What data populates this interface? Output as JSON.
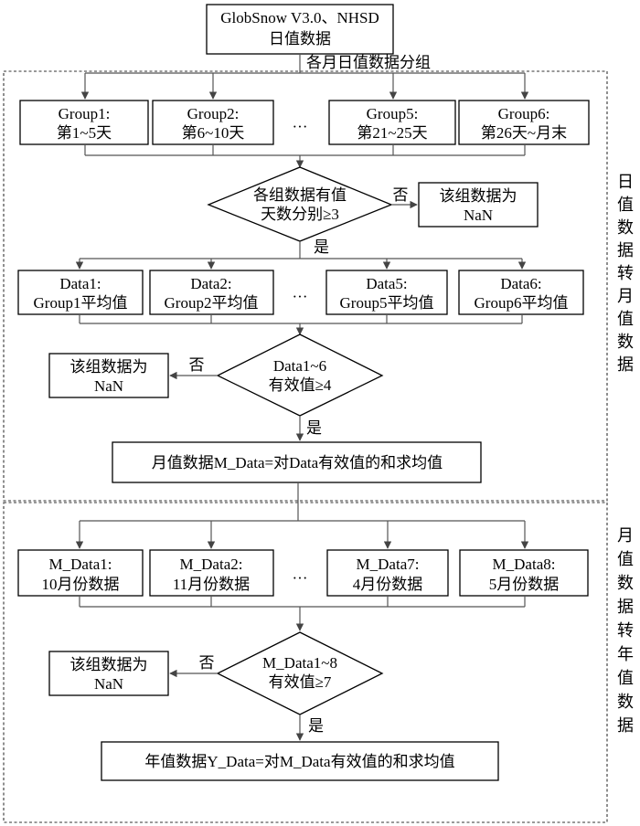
{
  "source": [
    "GlobSnow V3.0、NHSD",
    "日值数据"
  ],
  "group_note": "各月日值数据分组",
  "groups": [
    [
      "Group1:",
      "第1~5天"
    ],
    [
      "Group2:",
      "第6~10天"
    ],
    [
      "Group5:",
      "第21~25天"
    ],
    [
      "Group6:",
      "第26天~月末"
    ]
  ],
  "ellipsis": "···",
  "decision1": [
    "各组数据有值",
    "天数分别≥3"
  ],
  "decision2": [
    "Data1~6",
    "有效值≥4"
  ],
  "decision3": [
    "M_Data1~8",
    "有效值≥7"
  ],
  "no_label": "否",
  "yes_label": "是",
  "nan_box": [
    "该组数据为",
    "NaN"
  ],
  "data": [
    [
      "Data1:",
      "Group1平均值"
    ],
    [
      "Data2:",
      "Group2平均值"
    ],
    [
      "Data5:",
      "Group5平均值"
    ],
    [
      "Data6:",
      "Group6平均值"
    ]
  ],
  "monthly_result": "月值数据M_Data=对Data有效值的和求均值",
  "mdata": [
    [
      "M_Data1:",
      "10月份数据"
    ],
    [
      "M_Data2:",
      "11月份数据"
    ],
    [
      "M_Data7:",
      "4月份数据"
    ],
    [
      "M_Data8:",
      "5月份数据"
    ]
  ],
  "yearly_result": "年值数据Y_Data=对M_Data有效值的和求均值",
  "section_daily_to_monthly": [
    "日",
    "值",
    "数",
    "据",
    "转",
    "月",
    "值",
    "数",
    "据"
  ],
  "section_monthly_to_yearly": [
    "月",
    "值",
    "数",
    "据",
    "转",
    "年",
    "值",
    "数",
    "据"
  ]
}
